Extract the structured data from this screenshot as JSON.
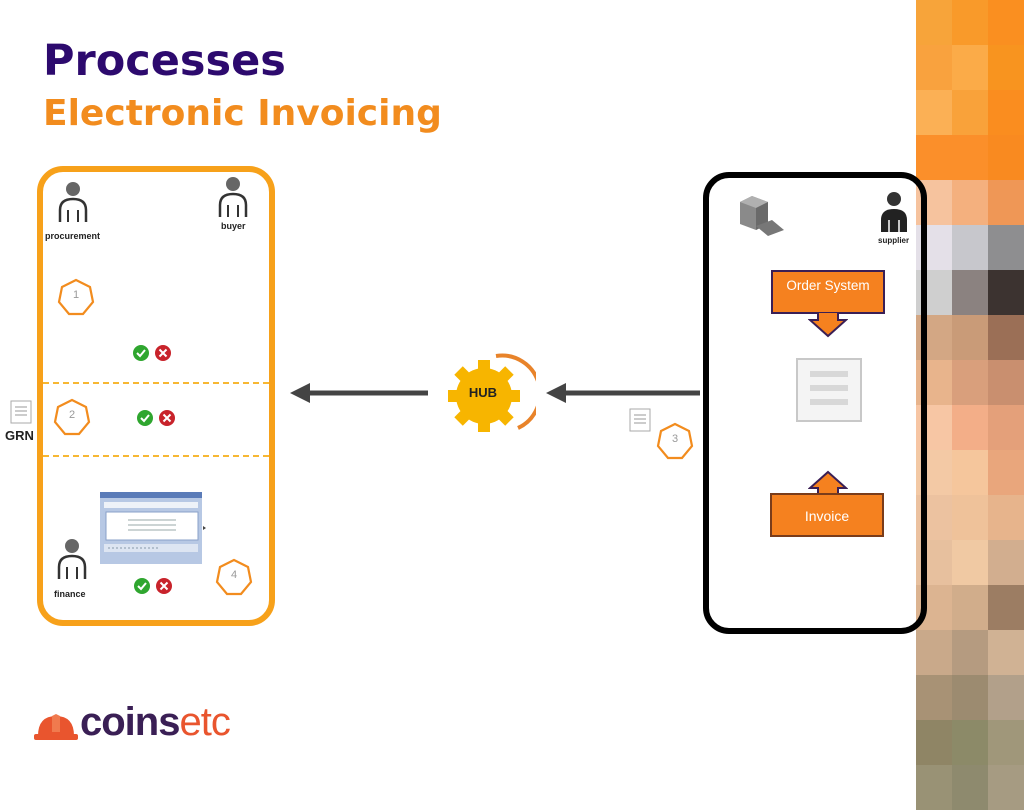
{
  "slide": {
    "title": "Processes",
    "subtitle": "Electronic Invoicing"
  },
  "left_lane": {
    "roles": {
      "procurement": "procurement",
      "buyer": "buyer",
      "finance": "finance"
    },
    "steps": [
      "1",
      "2",
      "4"
    ],
    "external_label": "GRN"
  },
  "hub": {
    "label": "HUB"
  },
  "right_lane": {
    "supplier": "supplier",
    "order_system_label": "Order System",
    "invoice_label": "Invoice",
    "step": "3"
  },
  "logo": {
    "part1": "coins",
    "part2": "etc"
  },
  "colors": {
    "title": "#2d0a6e",
    "accent_orange": "#f28c1e",
    "lane_left_border": "#f7a11a",
    "lane_right_border": "#000000",
    "box_fill": "#f5811f",
    "hub_fill": "#f7b500",
    "check_green": "#2fa62f",
    "cross_red": "#c8232b"
  }
}
